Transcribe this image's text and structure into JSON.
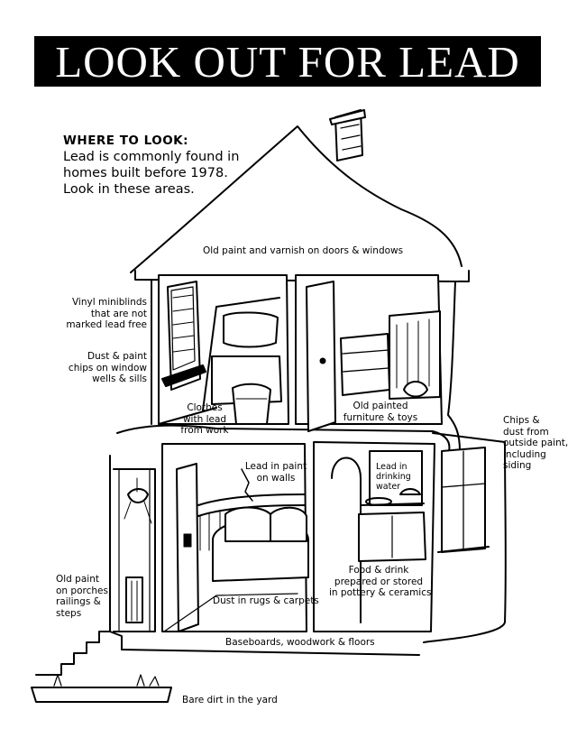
{
  "title": "LOOK OUT FOR LEAD",
  "where_to_look": {
    "heading": "WHERE TO LOOK:",
    "lines": [
      "Lead is commonly found in",
      "homes built before 1978.",
      "Look in these areas."
    ]
  },
  "labels": {
    "doors_windows": "Old paint and varnish on doors & windows",
    "miniblinds": [
      "Vinyl miniblinds",
      "that are not",
      "marked lead free"
    ],
    "chips_window": [
      "Dust & paint",
      "chips on window",
      "wells & sills"
    ],
    "clothes": [
      "Clothes",
      "with lead",
      "from work"
    ],
    "furniture": [
      "Old painted",
      "furniture & toys"
    ],
    "outside_paint": [
      "Chips &",
      "dust from",
      "outside paint,",
      "including",
      "siding"
    ],
    "walls": [
      "Lead in paint",
      "on walls"
    ],
    "water": [
      "Lead in",
      "drinking",
      "water"
    ],
    "porches": [
      "Old paint",
      "on porches,",
      "railings &",
      "steps"
    ],
    "food": [
      "Food & drink",
      "prepared or stored",
      "in pottery & ceramics"
    ],
    "rugs": "Dust in rugs & carpets",
    "baseboards": "Baseboards, woodwork & floors",
    "dirt": "Bare dirt in the yard"
  }
}
